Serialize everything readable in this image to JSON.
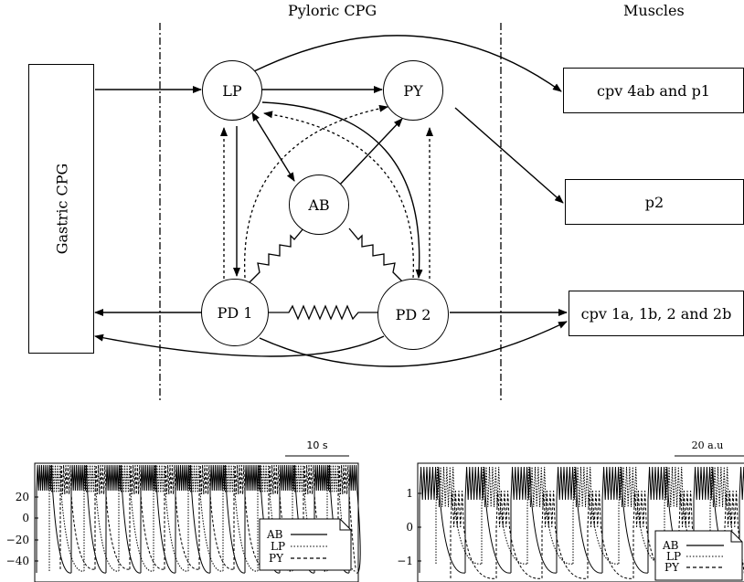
{
  "diagram": {
    "headers": {
      "cpg": "Pyloric CPG",
      "muscles": "Muscles"
    },
    "gastric_label": "Gastric CPG",
    "neurons": {
      "lp": "LP",
      "py": "PY",
      "ab": "AB",
      "pd1": "PD 1",
      "pd2": "PD 2"
    },
    "muscles": {
      "top": "cpv 4ab and p1",
      "middle": "p2",
      "bottom": "cpv 1a, 1b, 2 and 2b"
    }
  },
  "plots": {
    "left": {
      "scale_bar": "10 s",
      "yticks": [
        "20",
        "0",
        "−20",
        "−40"
      ],
      "legend": [
        "AB",
        "LP",
        "PY"
      ]
    },
    "right": {
      "scale_bar": "20 a.u",
      "yticks": [
        "1",
        "0",
        "−1"
      ],
      "legend": [
        "AB",
        "LP",
        "PY"
      ]
    }
  }
}
